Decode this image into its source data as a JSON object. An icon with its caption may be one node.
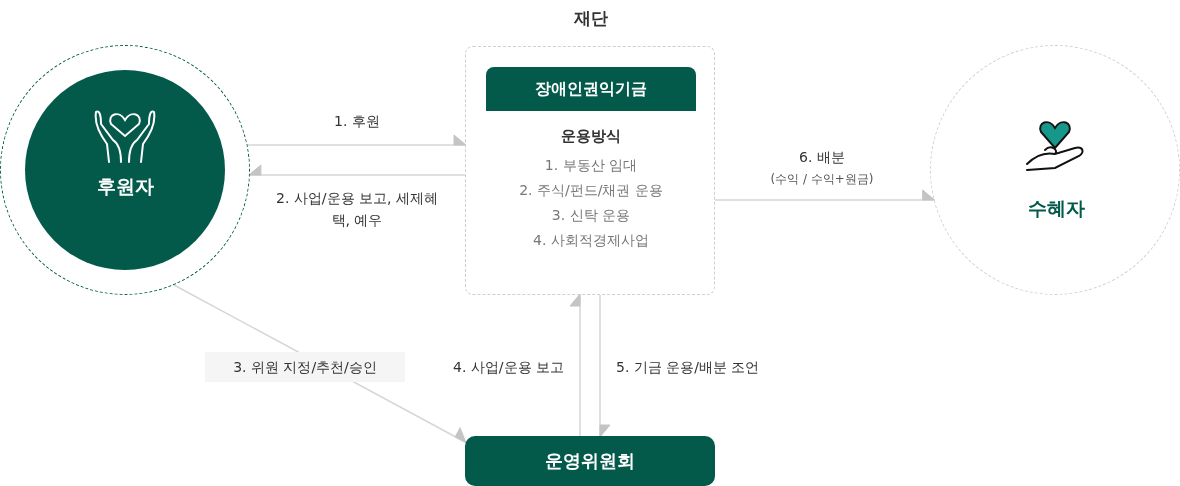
{
  "diagram": {
    "nodes": [
      {
        "text": [
          "후원자"
        ]
      },
      {
        "text": [
          "재단",
          "운용방식",
          "1. 부동산 임대",
          "2. 주식/펀드/채권 운용",
          "3. 신탁 운용",
          "4. 사회적경제사업"
        ]
      },
      {
        "text": [
          "장애인권익기금"
        ],
        "in": 1
      },
      {
        "text": [
          "수혜자"
        ]
      },
      {
        "text": [
          "운영위원회"
        ]
      }
    ],
    "edges": [
      {
        "from": 0,
        "to": 1,
        "arrow": "to",
        "label": "1. 후원"
      },
      {
        "from": 1,
        "to": 0,
        "arrow": "to",
        "label": "2. 사업/운용 보고, 세제혜택, 예우"
      },
      {
        "from": 0,
        "to": 4,
        "arrow": "to",
        "label": "3. 위원 지정/추천/승인"
      },
      {
        "from": 4,
        "to": 1,
        "arrow": "to",
        "label": "4. 사업/운용 보고"
      },
      {
        "from": 1,
        "to": 4,
        "arrow": "to",
        "label": "5. 기금 운용/배분 조언"
      },
      {
        "from": 1,
        "to": 3,
        "arrow": "to",
        "label": "6. 배분"
      }
    ],
    "labels": [
      "(수익 / 수익+원금)"
    ]
  }
}
